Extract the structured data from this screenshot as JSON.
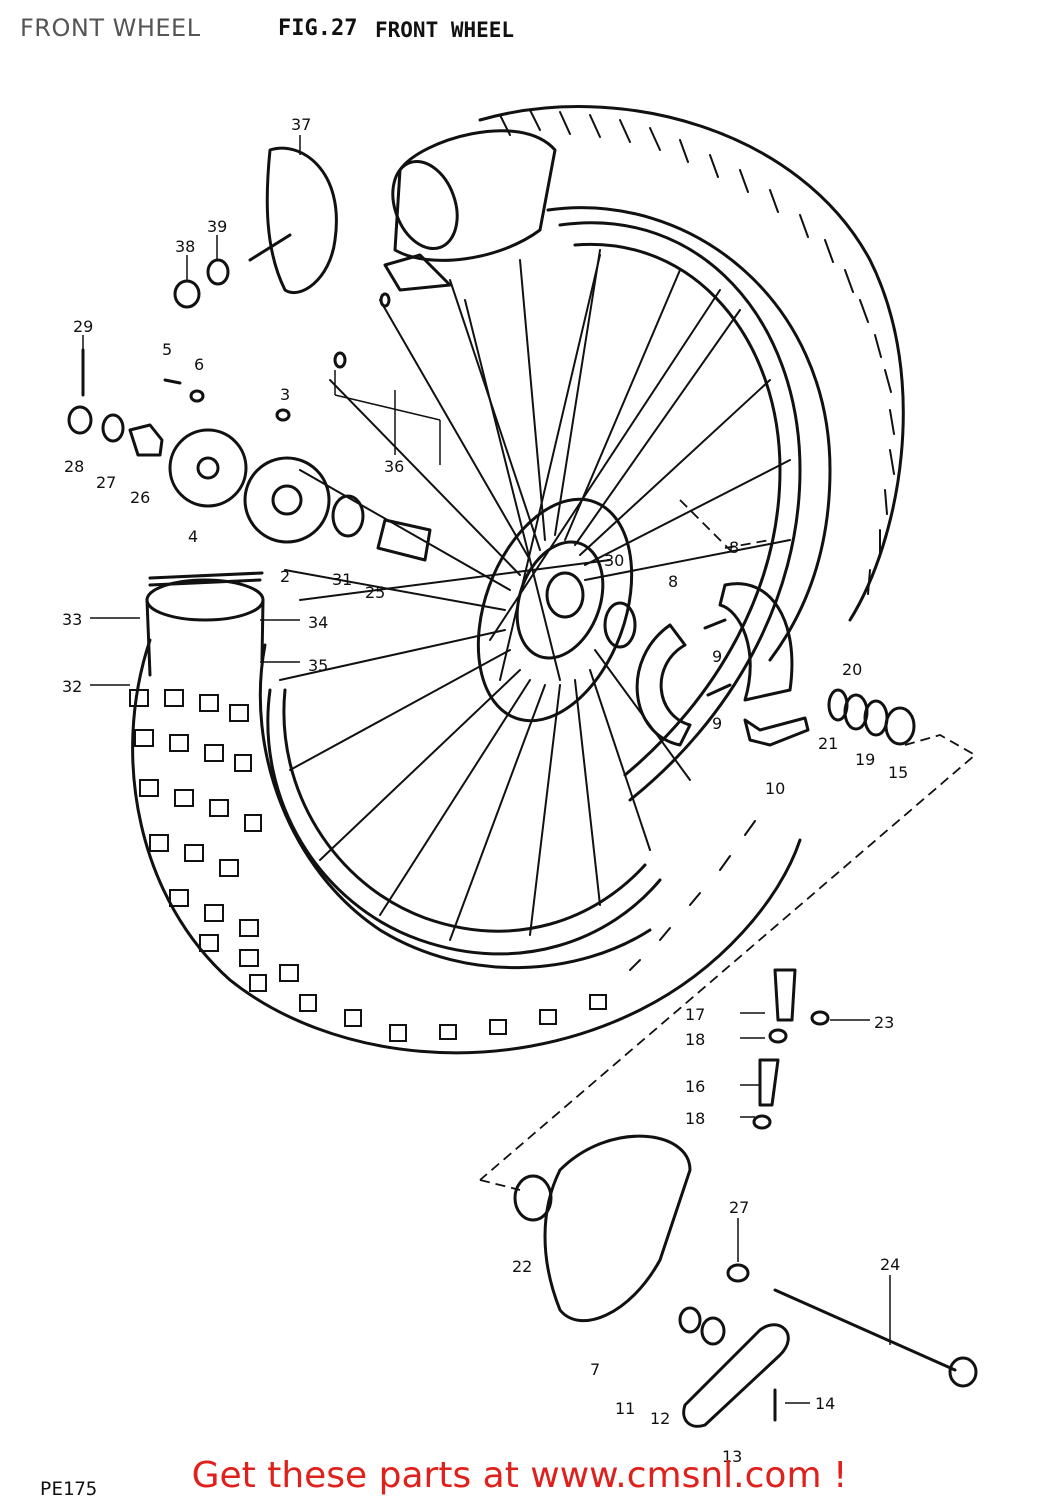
{
  "page": {
    "title": "FRONT WHEEL",
    "fig_label": "FIG.27",
    "fig_title": "FRONT WHEEL",
    "model_code": "PE175",
    "cta_text": "Get these parts at www.cmsnl.com !"
  },
  "callouts": {
    "c37": "37",
    "c38": "38",
    "c39": "39",
    "c29": "29",
    "c5": "5",
    "c6": "6",
    "c3": "3",
    "c28": "28",
    "c27a": "27",
    "c26": "26",
    "c4": "4",
    "c2": "2",
    "c31": "31",
    "c25": "25",
    "c36": "36",
    "c30": "30",
    "c8a": "8",
    "c8b": "8",
    "c9a": "9",
    "c9b": "9",
    "c10": "10",
    "c20": "20",
    "c21": "21",
    "c19": "19",
    "c15": "15",
    "c33": "33",
    "c34": "34",
    "c35": "35",
    "c32": "32",
    "c17": "17",
    "c18a": "18",
    "c16": "16",
    "c18b": "18",
    "c23": "23",
    "c22": "22",
    "c7": "7",
    "c27b": "27",
    "c24": "24",
    "c11": "11",
    "c12": "12",
    "c13": "13",
    "c14": "14"
  }
}
